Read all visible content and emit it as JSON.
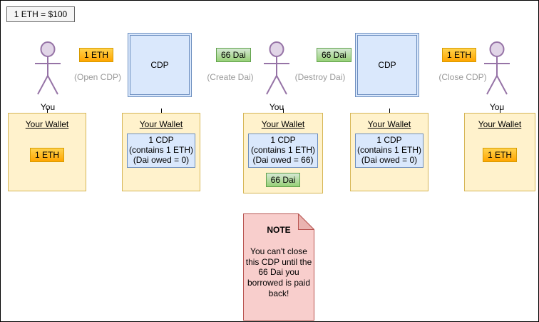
{
  "banner": {
    "text": "1 ETH = $100"
  },
  "actor_label": "You",
  "cdp_label": "CDP",
  "steps": {
    "open": {
      "token": "1 ETH",
      "action": "(Open CDP)"
    },
    "create": {
      "token": "66 Dai",
      "action": "(Create Dai)"
    },
    "destroy": {
      "token": "66 Dai",
      "action": "(Destroy Dai)"
    },
    "close": {
      "token": "1 ETH",
      "action": "(Close CDP)"
    }
  },
  "wallets": [
    {
      "title": "Your Wallet",
      "token": "1 ETH"
    },
    {
      "title": "Your Wallet",
      "cdp": {
        "line1": "1 CDP",
        "line2": "(contains 1 ETH)",
        "line3": "(Dai owed = 0)"
      }
    },
    {
      "title": "Your Wallet",
      "cdp": {
        "line1": "1 CDP",
        "line2": "(contains 1 ETH)",
        "line3": "(Dai owed = 66)"
      },
      "token": "66 Dai"
    },
    {
      "title": "Your Wallet",
      "cdp": {
        "line1": "1 CDP",
        "line2": "(contains 1 ETH)",
        "line3": "(Dai owed = 0)"
      }
    },
    {
      "title": "Your Wallet",
      "token": "1 ETH"
    }
  ],
  "note": {
    "title": "NOTE",
    "body": "You can't close this CDP until the 66 Dai you borrowed is paid back!"
  },
  "colors": {
    "eth_fill_top": "#FFD24D",
    "eth_fill_bottom": "#FFA500",
    "eth_border": "#D79B00",
    "dai_fill_top": "#D5E8D4",
    "dai_fill_bottom": "#97D077",
    "dai_border": "#61A24B",
    "cdp_fill": "#DAE8FC",
    "cdp_border": "#6C8EBF",
    "wallet_fill": "#FFF2CC",
    "wallet_border": "#D6B656",
    "note_fill": "#F8CECC",
    "note_border": "#B85450",
    "actor_stroke": "#9673A6",
    "actor_fill": "#E1D5E7",
    "action_text_color": "#999999"
  }
}
